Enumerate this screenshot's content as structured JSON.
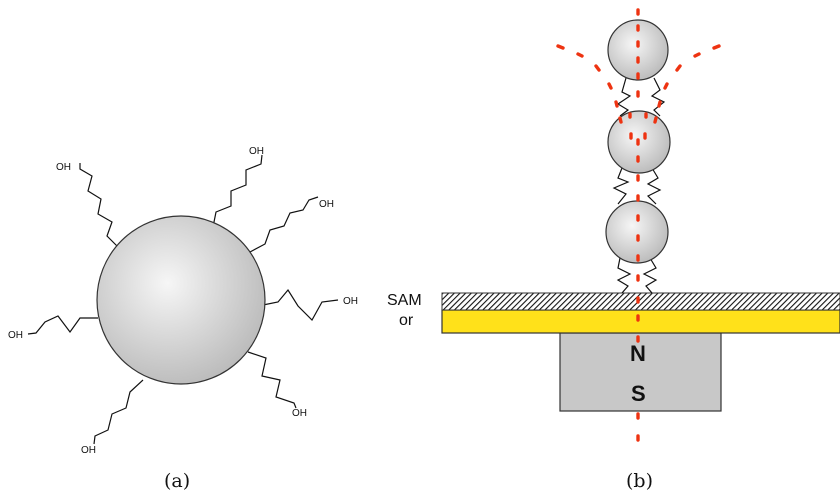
{
  "panel_a": {
    "caption": "(a)",
    "chain_labels": [
      "OH",
      "OH",
      "OH",
      "OH",
      "OH",
      "OH",
      "OH"
    ]
  },
  "panel_b": {
    "caption": "(b)",
    "layer_label_1": "SAM",
    "layer_label_2": "or",
    "magnet_north": "N",
    "magnet_south": "S"
  },
  "colors": {
    "sphere_light": "#f4f4f4",
    "sphere_dark": "#b8b8b8",
    "gold_layer": "#ffe11a",
    "magnet": "#c8c8c8",
    "field_line": "#ee3311"
  }
}
